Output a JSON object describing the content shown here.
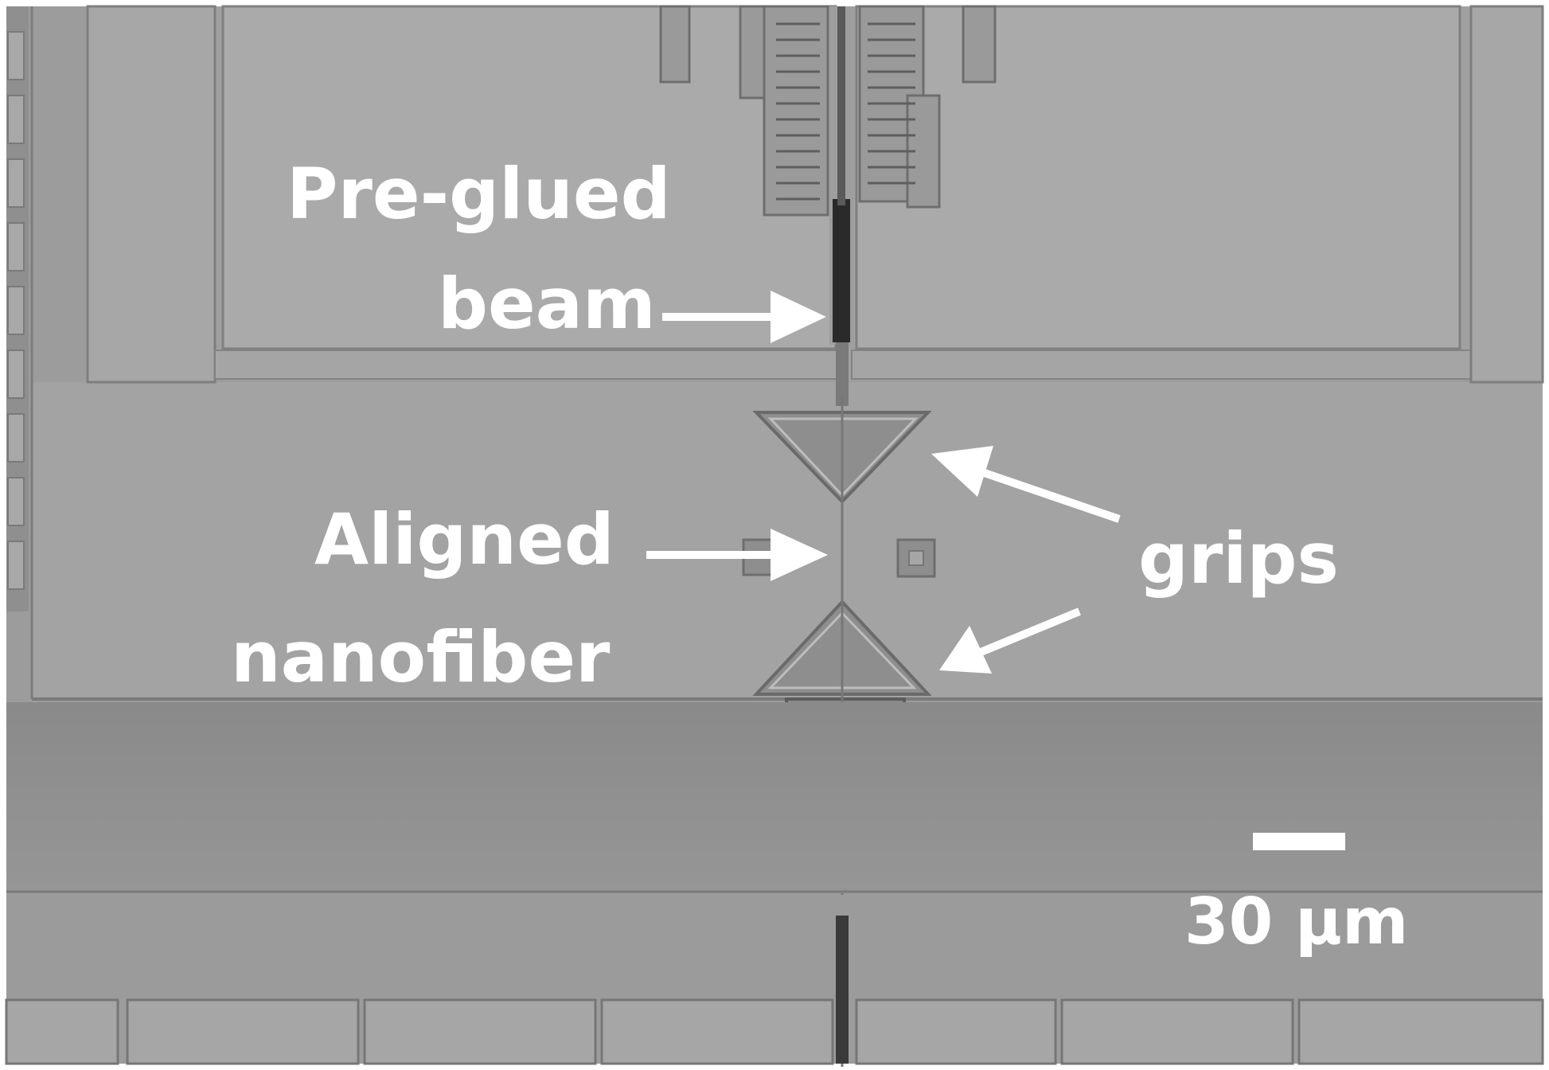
{
  "labels": {
    "preglued_line1": "Pre-glued",
    "preglued_line2": "beam",
    "aligned_line1": "Aligned",
    "aligned_line2": "nanofiber",
    "grips": "grips",
    "scale_bar": "30 µm"
  },
  "colors": {
    "annotation": "#ffffff",
    "background": "#9a9a9a",
    "frame_border": "#ffffff"
  }
}
